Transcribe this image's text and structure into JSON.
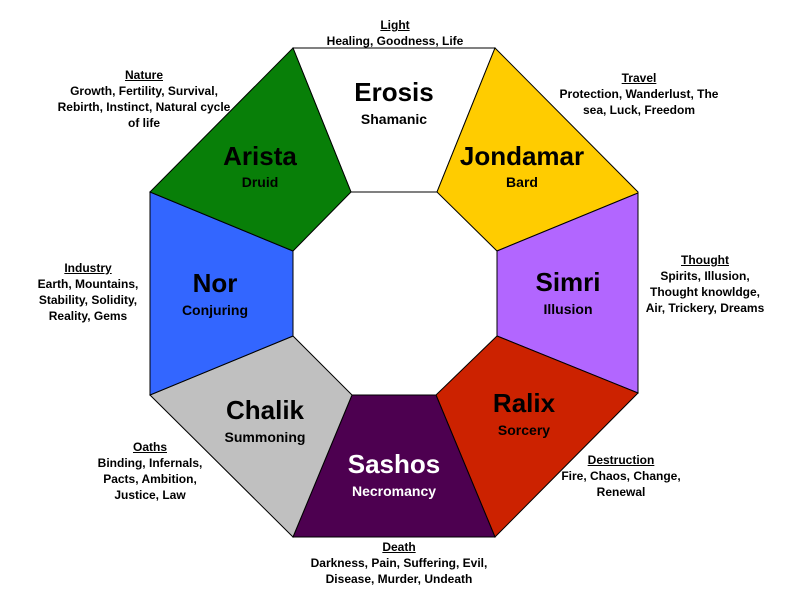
{
  "segments": {
    "erosis": {
      "name": "Erosis",
      "school": "Shamanic",
      "color": "#ffffff",
      "text_color": "#000000"
    },
    "jondamar": {
      "name": "Jondamar",
      "school": "Bard",
      "color": "#ffcc00",
      "text_color": "#000000"
    },
    "simri": {
      "name": "Simri",
      "school": "Illusion",
      "color": "#b266ff",
      "text_color": "#000000"
    },
    "ralix": {
      "name": "Ralix",
      "school": "Sorcery",
      "color": "#cc2200",
      "text_color": "#000000"
    },
    "sashos": {
      "name": "Sashos",
      "school": "Necromancy",
      "color": "#4d0050",
      "text_color": "#ffffff"
    },
    "chalik": {
      "name": "Chalik",
      "school": "Summoning",
      "color": "#c0c0c0",
      "text_color": "#000000"
    },
    "nor": {
      "name": "Nor",
      "school": "Conjuring",
      "color": "#3366ff",
      "text_color": "#000000"
    },
    "arista": {
      "name": "Arista",
      "school": "Druid",
      "color": "#087f08",
      "text_color": "#000000"
    }
  },
  "annotations": {
    "light": {
      "title": "Light",
      "text": "Healing, Goodness, Life"
    },
    "travel": {
      "title": "Travel",
      "text": "Protection, Wanderlust, The sea, Luck, Freedom"
    },
    "thought": {
      "title": "Thought",
      "text": "Spirits, Illusion, Thought knowldge, Air, Trickery, Dreams"
    },
    "destruction": {
      "title": "Destruction",
      "text": "Fire, Chaos, Change, Renewal"
    },
    "death": {
      "title": "Death",
      "text": "Darkness, Pain, Suffering, Evil, Disease, Murder, Undeath"
    },
    "oaths": {
      "title": "Oaths",
      "text": "Binding, Infernals, Pacts, Ambition, Justice, Law"
    },
    "industry": {
      "title": "Industry",
      "text": "Earth, Mountains, Stability, Solidity, Reality, Gems"
    },
    "nature": {
      "title": "Nature",
      "text": "Growth, Fertility, Survival, Rebirth, Instinct, Natural cycle of life"
    }
  }
}
